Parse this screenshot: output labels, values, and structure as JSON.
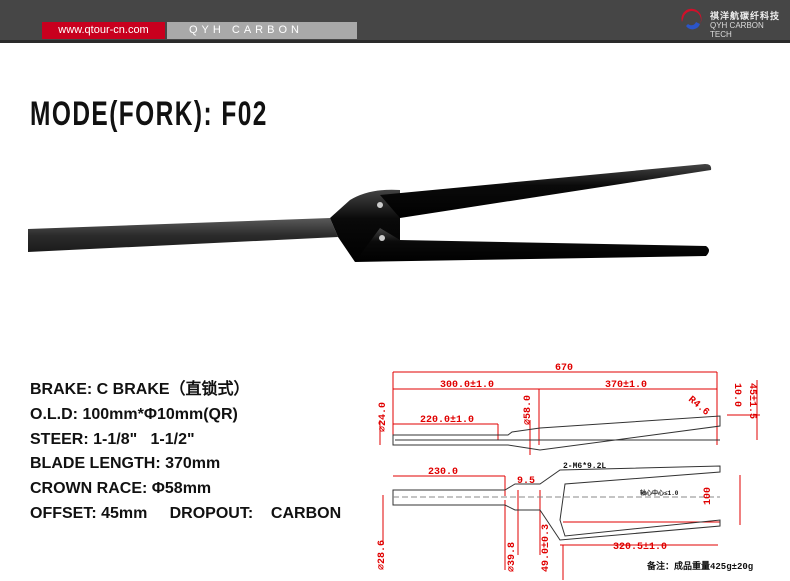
{
  "header": {
    "site_url": "www.qtour-cn.com",
    "brand": "QYH CARBON",
    "logo_cn": "祺洋航碳纤科技",
    "logo_en": "QYH CARBON TECH"
  },
  "title": "MODE(FORK): F02",
  "specs": [
    "BRAKE: C BRAKE（直锁式）",
    "O.L.D: 100mm*Φ10mm(QR)",
    "STEER: 1-1/8\"   1-1/2\"",
    "BLADE LENGTH: 370mm",
    "CROWN RACE: Φ58mm",
    "OFFSET: 45mm     DROPOUT:    CARBON"
  ],
  "drawing_side": {
    "overall": "670",
    "steerer": "300.0±1.0",
    "blade": "370±1.0",
    "steer_tube": "220.0±1.0",
    "crown_dia": "⌀58.0",
    "steer_dia": "⌀24.0",
    "radius": "R4.6",
    "dropout": "10.0",
    "offset": "45±1.5"
  },
  "drawing_front": {
    "steer_len": "230.0",
    "crown_h": "9.5",
    "bolts": "2-M6*9.2L",
    "center": "轴心中心≤1.0",
    "old": "100",
    "blade_len": "320.5±1.0",
    "lower_dia": "⌀28.6",
    "crown_race_dia": "⌀39.8",
    "crown_w": "49.0±0.3",
    "note": "备注：成品重量425g±20g"
  }
}
